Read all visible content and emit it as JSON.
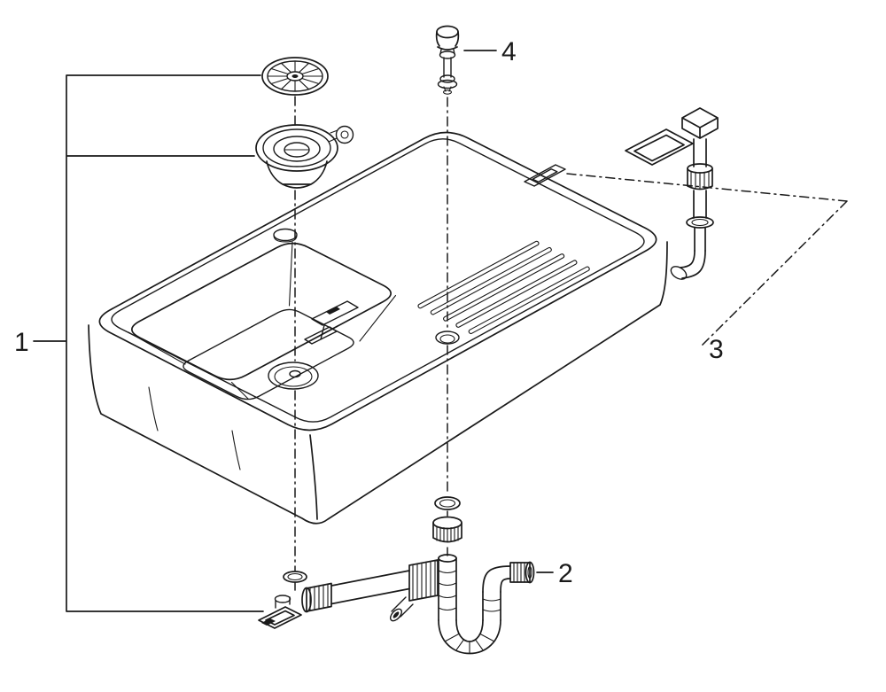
{
  "diagram": {
    "labels": {
      "part1": "1",
      "part2": "2",
      "part3": "3",
      "part4": "4"
    },
    "parts": {
      "part1": "sink-with-strainer-set",
      "part2": "drain-trap-assembly",
      "part3": "overflow-assembly",
      "part4": "remote-knob"
    },
    "colors": {
      "line": "#1a1a1a",
      "background": "#ffffff"
    }
  }
}
